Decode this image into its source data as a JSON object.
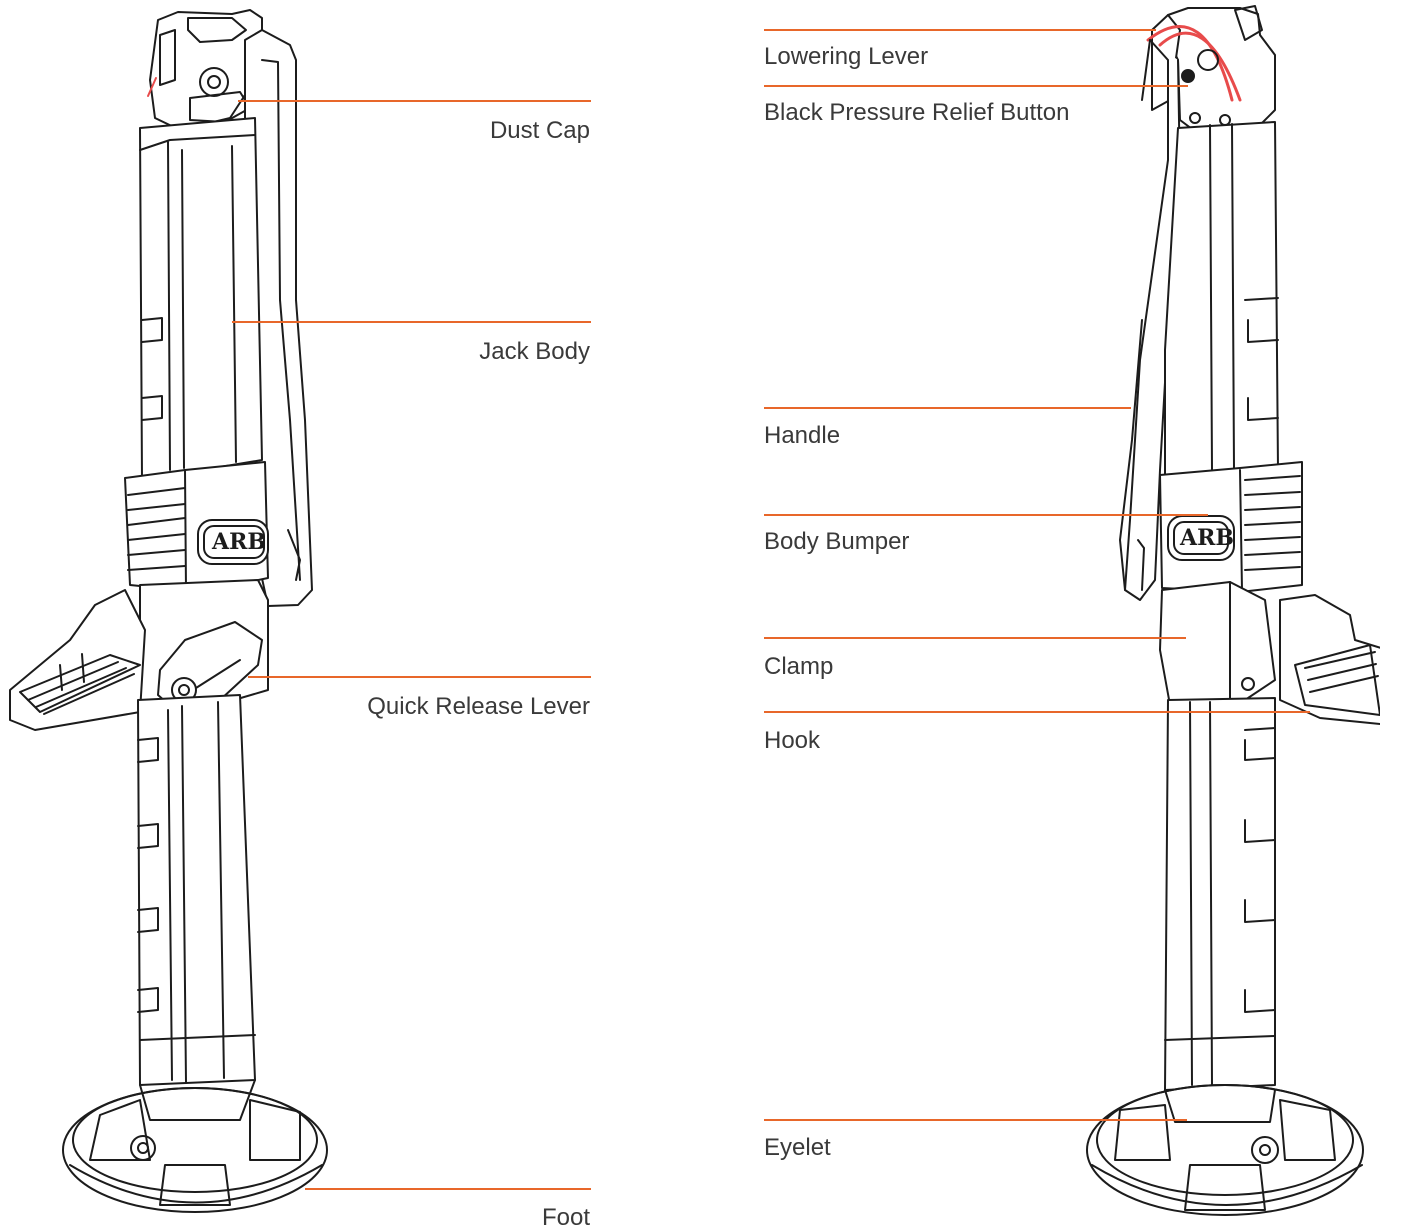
{
  "colors": {
    "leader": "#e8672a",
    "label": "#3a3a3a",
    "drawing": "#1c1c1c",
    "lever_accent": "#e84b4b",
    "background": "#ffffff"
  },
  "left_view": {
    "labels": {
      "dust_cap": "Dust Cap",
      "jack_body": "Jack Body",
      "quick_release_lever": "Quick Release Lever",
      "foot": "Foot"
    },
    "logo_text": "ARB"
  },
  "right_view": {
    "labels": {
      "lowering_lever": "Lowering Lever",
      "pressure_relief_button": "Black Pressure Relief Button",
      "handle": "Handle",
      "body_bumper": "Body Bumper",
      "clamp": "Clamp",
      "hook": "Hook",
      "eyelet": "Eyelet"
    },
    "logo_text": "ARB"
  }
}
